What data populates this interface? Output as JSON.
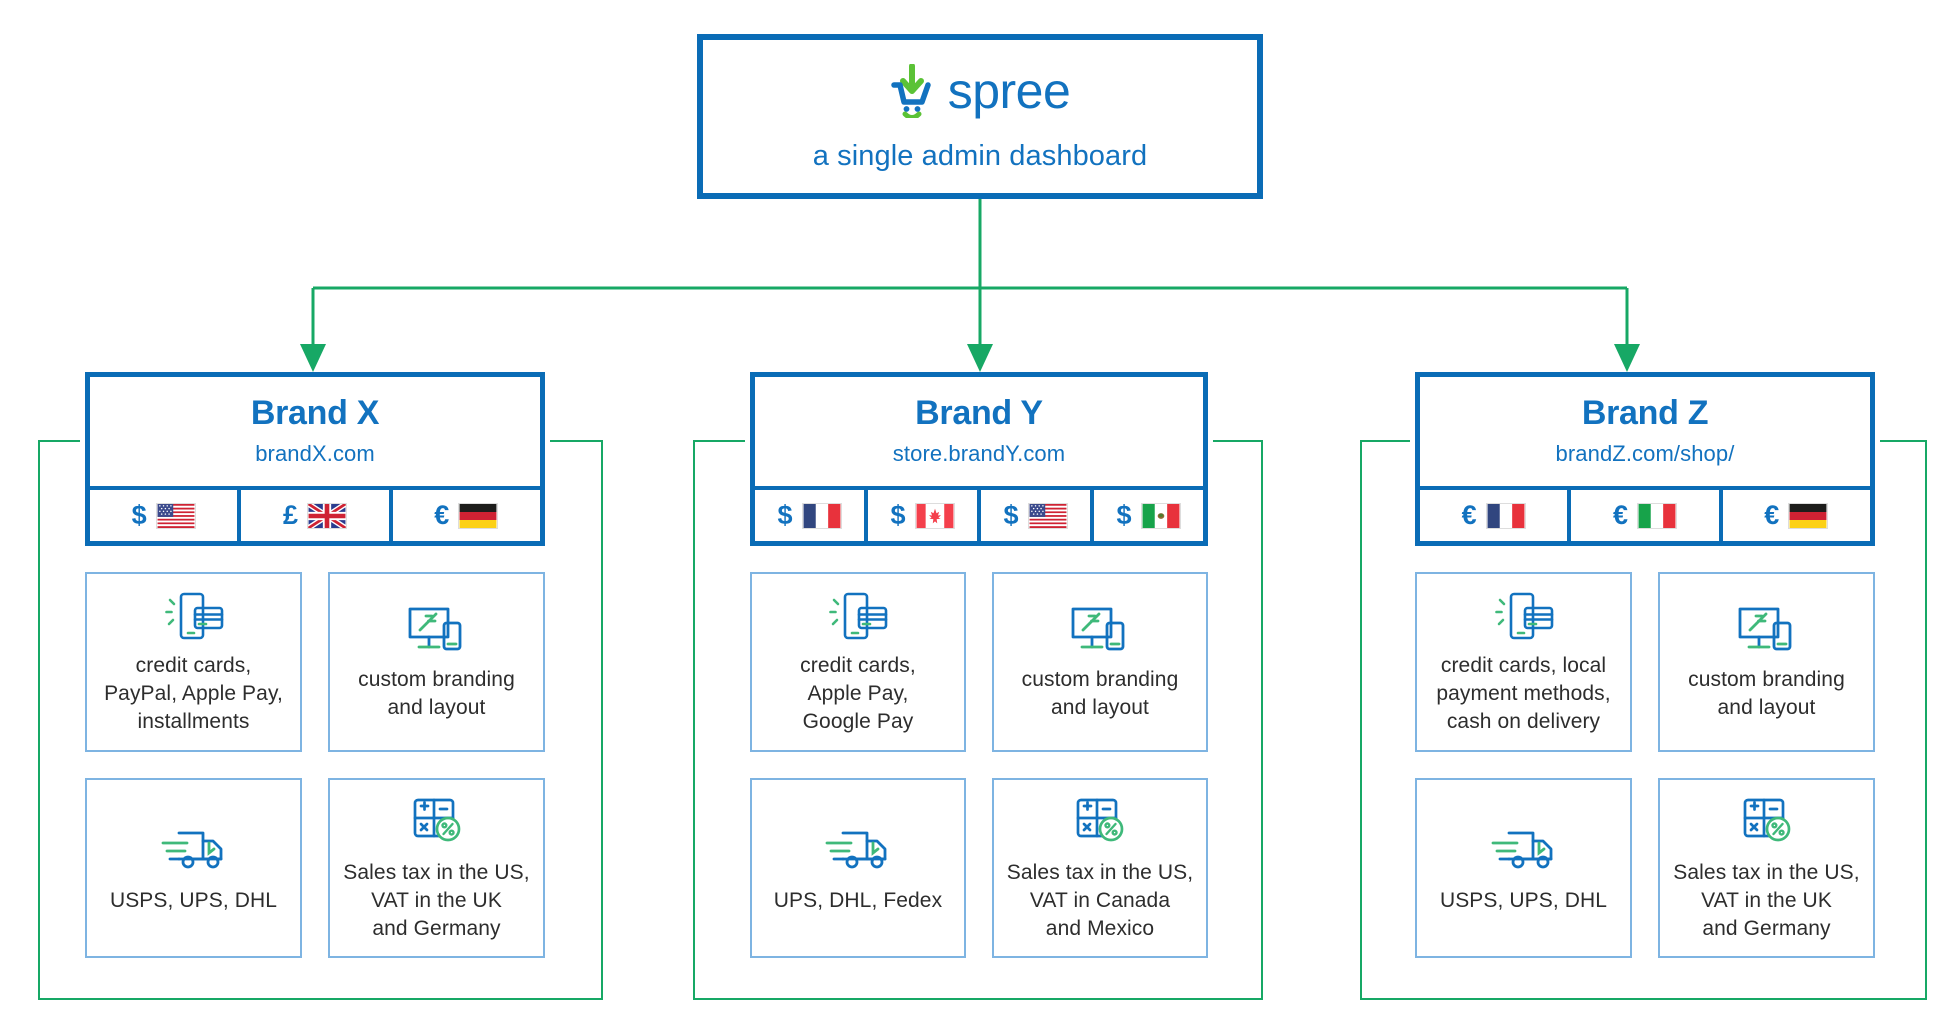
{
  "colors": {
    "blue_dark": "#0a6cb6",
    "blue_text": "#1272bf",
    "green": "#17a865",
    "green_light": "#5bc236",
    "card_border": "#7eb4e2",
    "label_text": "#2d2d2d"
  },
  "root": {
    "logo_word": "spree",
    "logo_icon": "spree-cart-logo",
    "subtitle": "a single admin dashboard"
  },
  "brands": [
    {
      "id": "brand-x",
      "name": "Brand X",
      "url": "brandX.com",
      "currencies": [
        {
          "symbol": "$",
          "flag": "us-flag",
          "country": "United States"
        },
        {
          "symbol": "£",
          "flag": "uk-flag",
          "country": "United Kingdom"
        },
        {
          "symbol": "€",
          "flag": "de-flag",
          "country": "Germany"
        }
      ],
      "features": [
        {
          "icon": "payment-card-phone-icon",
          "label": "credit cards,\nPayPal, Apple Pay,\ninstallments"
        },
        {
          "icon": "monitor-phone-branding-icon",
          "label": "custom branding\nand layout"
        },
        {
          "icon": "delivery-truck-icon",
          "label": "USPS, UPS, DHL"
        },
        {
          "icon": "tax-calculator-icon",
          "label": "Sales tax in the US,\nVAT in the UK\nand Germany"
        }
      ]
    },
    {
      "id": "brand-y",
      "name": "Brand Y",
      "url": "store.brandY.com",
      "currencies": [
        {
          "symbol": "$",
          "flag": "fr-flag",
          "country": "France"
        },
        {
          "symbol": "$",
          "flag": "ca-flag",
          "country": "Canada"
        },
        {
          "symbol": "$",
          "flag": "us-flag",
          "country": "United States"
        },
        {
          "symbol": "$",
          "flag": "mx-flag",
          "country": "Mexico"
        }
      ],
      "features": [
        {
          "icon": "payment-card-phone-icon",
          "label": "credit cards,\nApple Pay,\nGoogle Pay"
        },
        {
          "icon": "monitor-phone-branding-icon",
          "label": "custom branding\nand layout"
        },
        {
          "icon": "delivery-truck-icon",
          "label": "UPS, DHL, Fedex"
        },
        {
          "icon": "tax-calculator-icon",
          "label": "Sales tax in the US,\nVAT in Canada\nand Mexico"
        }
      ]
    },
    {
      "id": "brand-z",
      "name": "Brand Z",
      "url": "brandZ.com/shop/",
      "currencies": [
        {
          "symbol": "€",
          "flag": "fr-flag",
          "country": "France"
        },
        {
          "symbol": "€",
          "flag": "it-flag",
          "country": "Italy"
        },
        {
          "symbol": "€",
          "flag": "de-flag",
          "country": "Germany"
        }
      ],
      "features": [
        {
          "icon": "payment-card-phone-icon",
          "label": "credit cards, local\npayment methods,\ncash on delivery"
        },
        {
          "icon": "monitor-phone-branding-icon",
          "label": "custom branding\nand layout"
        },
        {
          "icon": "delivery-truck-icon",
          "label": "USPS, UPS, DHL"
        },
        {
          "icon": "tax-calculator-icon",
          "label": "Sales tax in the US,\nVAT in the UK\nand Germany"
        }
      ]
    }
  ]
}
